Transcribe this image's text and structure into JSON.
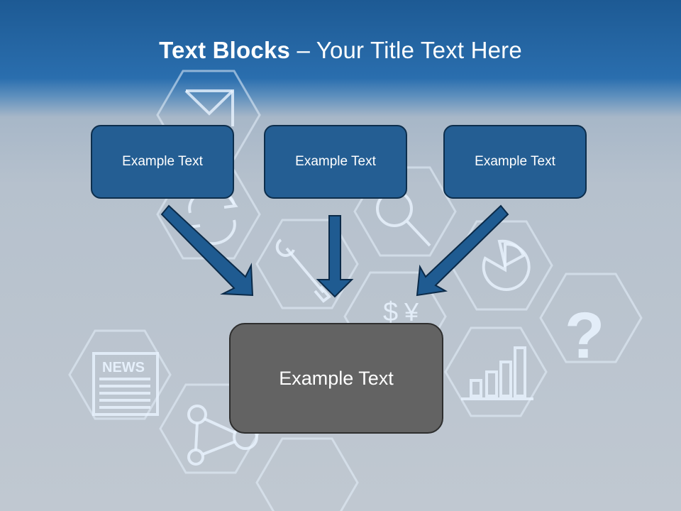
{
  "slide": {
    "title_bold": "Text Blocks",
    "title_rest": "– Your Title Text Here"
  },
  "top_boxes": [
    {
      "label": "Example Text"
    },
    {
      "label": "Example Text"
    },
    {
      "label": "Example Text"
    }
  ],
  "center_box": {
    "label": "Example Text"
  },
  "background_icons": {
    "news_label": "NEWS",
    "icons": [
      "envelope-icon",
      "refresh-icon",
      "wrench-icon",
      "magnifier-icon",
      "pie-chart-icon",
      "currency-icon",
      "question-mark-icon",
      "bar-chart-icon",
      "news-icon",
      "network-icon"
    ]
  },
  "colors": {
    "header_blue": "#1d5a94",
    "box_blue": "#245e93",
    "box_border": "#0d2e4c",
    "center_gray": "#636363",
    "arrow_blue": "#1f5b91"
  }
}
